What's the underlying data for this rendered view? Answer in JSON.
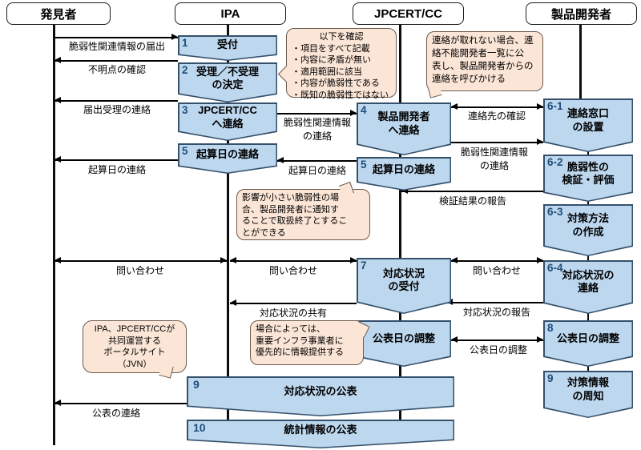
{
  "headers": {
    "discoverer": "発見者",
    "ipa": "IPA",
    "jpcert": "JPCERT/CC",
    "developer": "製品開発者"
  },
  "boxes": {
    "b1": {
      "num": "1",
      "l1": "受付"
    },
    "b2": {
      "num": "2",
      "l1": "受理／不受理",
      "l2": "の決定"
    },
    "b3": {
      "num": "3",
      "l1": "JPCERT/CC",
      "l2": "へ連絡"
    },
    "b5i": {
      "num": "5",
      "l1": "起算日の連絡"
    },
    "b4": {
      "num": "4",
      "l1": "製品開発者",
      "l2": "へ連絡"
    },
    "b5j": {
      "num": "5",
      "l1": "起算日の連絡"
    },
    "b7": {
      "num": "7",
      "l1": "対応状況",
      "l2": "の受付"
    },
    "b8j": {
      "num": "8",
      "l1": "公表日の調整"
    },
    "b61": {
      "num": "6-1",
      "l1": "連絡窓口",
      "l2": "の設置"
    },
    "b62": {
      "num": "6-2",
      "l1": "脆弱性の",
      "l2": "検証・評価"
    },
    "b63": {
      "num": "6-3",
      "l1": "対策方法",
      "l2": "の作成"
    },
    "b64": {
      "num": "6-4",
      "l1": "対応状況の",
      "l2": "連絡"
    },
    "b8d": {
      "num": "8",
      "l1": "公表日の調整"
    },
    "b9d": {
      "num": "9",
      "l1": "対策情報",
      "l2": "の周知"
    },
    "b9w": {
      "num": "9",
      "l1": "対応状況の公表"
    },
    "b10w": {
      "num": "10",
      "l1": "統計情報の公表"
    }
  },
  "arrows": {
    "a1": "脆弱性関連情報の届出",
    "a2": "不明点の確認",
    "a3": "届出受理の連絡",
    "a4l1": "脆弱性関連情報",
    "a4l2": "の連絡",
    "a5": "起算日の連絡",
    "a6": "起算日の連絡",
    "a7": "連絡先の確認",
    "a8l1": "脆弱性関連情報",
    "a8l2": "の連絡",
    "a9": "検証結果の報告",
    "a10": "問い合わせ",
    "a11": "問い合わせ",
    "a12": "問い合わせ",
    "a13": "対応状況の共有",
    "a14": "対応状況の報告",
    "a15": "公表日の調整",
    "a16": "公表の連絡"
  },
  "bubbles": {
    "check": {
      "title": "以下を確認",
      "items": [
        "・項目をすべて記載",
        "・内容に矛盾が無い",
        "・適用範囲に該当",
        "・内容が脆弱性である",
        "・既知の脆弱性ではない"
      ]
    },
    "unreachable": {
      "lines": [
        "連絡が取れない場合、連",
        "絡不能開発者一覧に公",
        "表し、製品開発者からの",
        "連絡を呼びかける"
      ]
    },
    "minor": {
      "lines": [
        "影響が小さい脆弱性の場",
        "合、製品開発者に通知す",
        "ることで取扱終了とするこ",
        "とができる"
      ]
    },
    "jvn": {
      "lines": [
        "IPA、JPCERT/CCが",
        "共同運営する",
        "ポータルサイト",
        "（JVN）"
      ]
    },
    "infra": {
      "lines": [
        "場合によっては、",
        "重要インフラ事業者に",
        "優先的に情報提供する"
      ]
    }
  },
  "colors": {
    "box_fill": "#BDD7EE",
    "box_border": "#35506B",
    "number_text": "#1F4E79",
    "bubble_fill": "#FBE5D6",
    "bubble_border": "#6B5B4F",
    "line_black": "#000000"
  }
}
